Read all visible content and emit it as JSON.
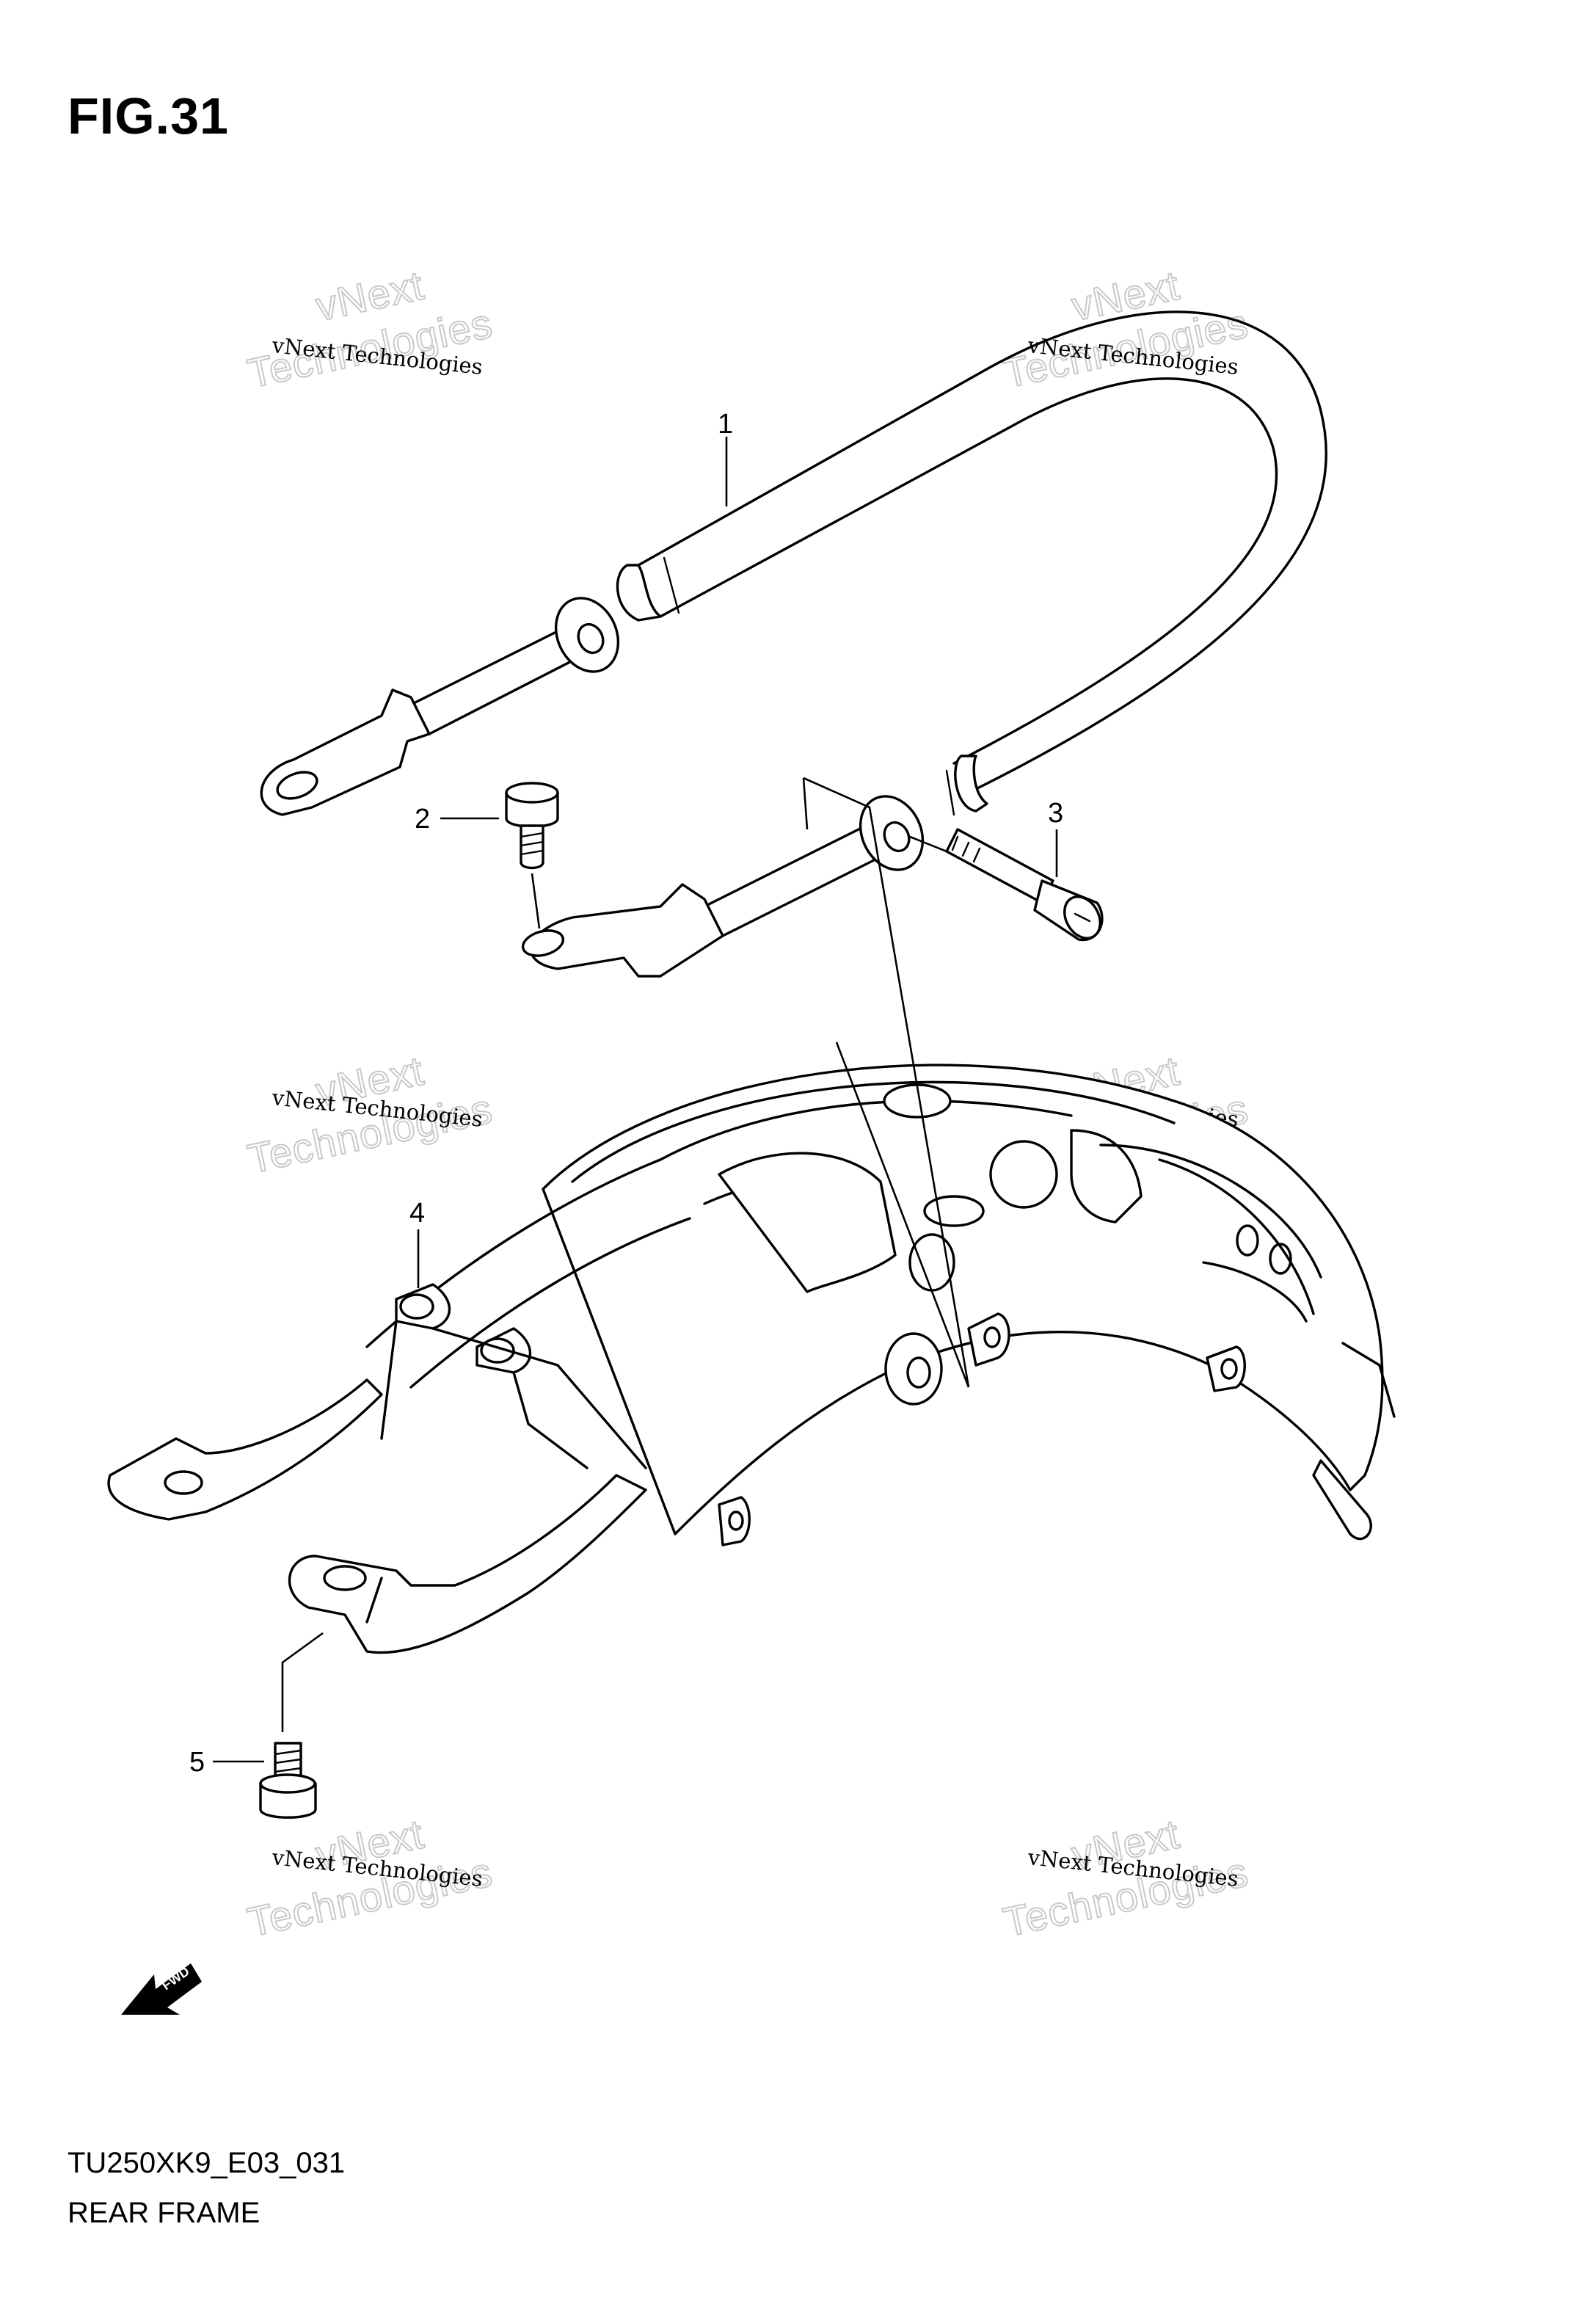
{
  "figure": {
    "title": "FIG.31",
    "model_code": "TU250XK9_E03_031",
    "section_name": "REAR FRAME"
  },
  "callouts": [
    {
      "id": "1",
      "label": "1"
    },
    {
      "id": "2",
      "label": "2"
    },
    {
      "id": "3",
      "label": "3"
    },
    {
      "id": "4",
      "label": "4"
    },
    {
      "id": "5",
      "label": "5"
    }
  ],
  "watermark": {
    "small_text": "vNext Technologies",
    "big_line_1": "vNext",
    "big_line_2": "Technologies"
  },
  "fwd_indicator": {
    "label": "FWD",
    "icon": "fwd-arrow-icon"
  }
}
